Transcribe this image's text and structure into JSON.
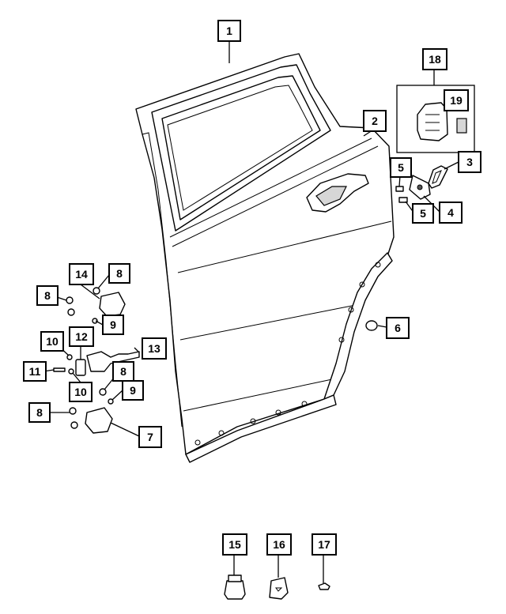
{
  "callouts": {
    "c1": "1",
    "c2": "2",
    "c3": "3",
    "c4": "4",
    "c5a": "5",
    "c5b": "5",
    "c6": "6",
    "c7": "7",
    "c8a": "8",
    "c8b": "8",
    "c8c": "8",
    "c8d": "8",
    "c9a": "9",
    "c9b": "9",
    "c10a": "10",
    "c10b": "10",
    "c11": "11",
    "c12": "12",
    "c13": "13",
    "c14": "14",
    "c15": "15",
    "c16": "16",
    "c17": "17",
    "c18": "18",
    "c19": "19"
  }
}
